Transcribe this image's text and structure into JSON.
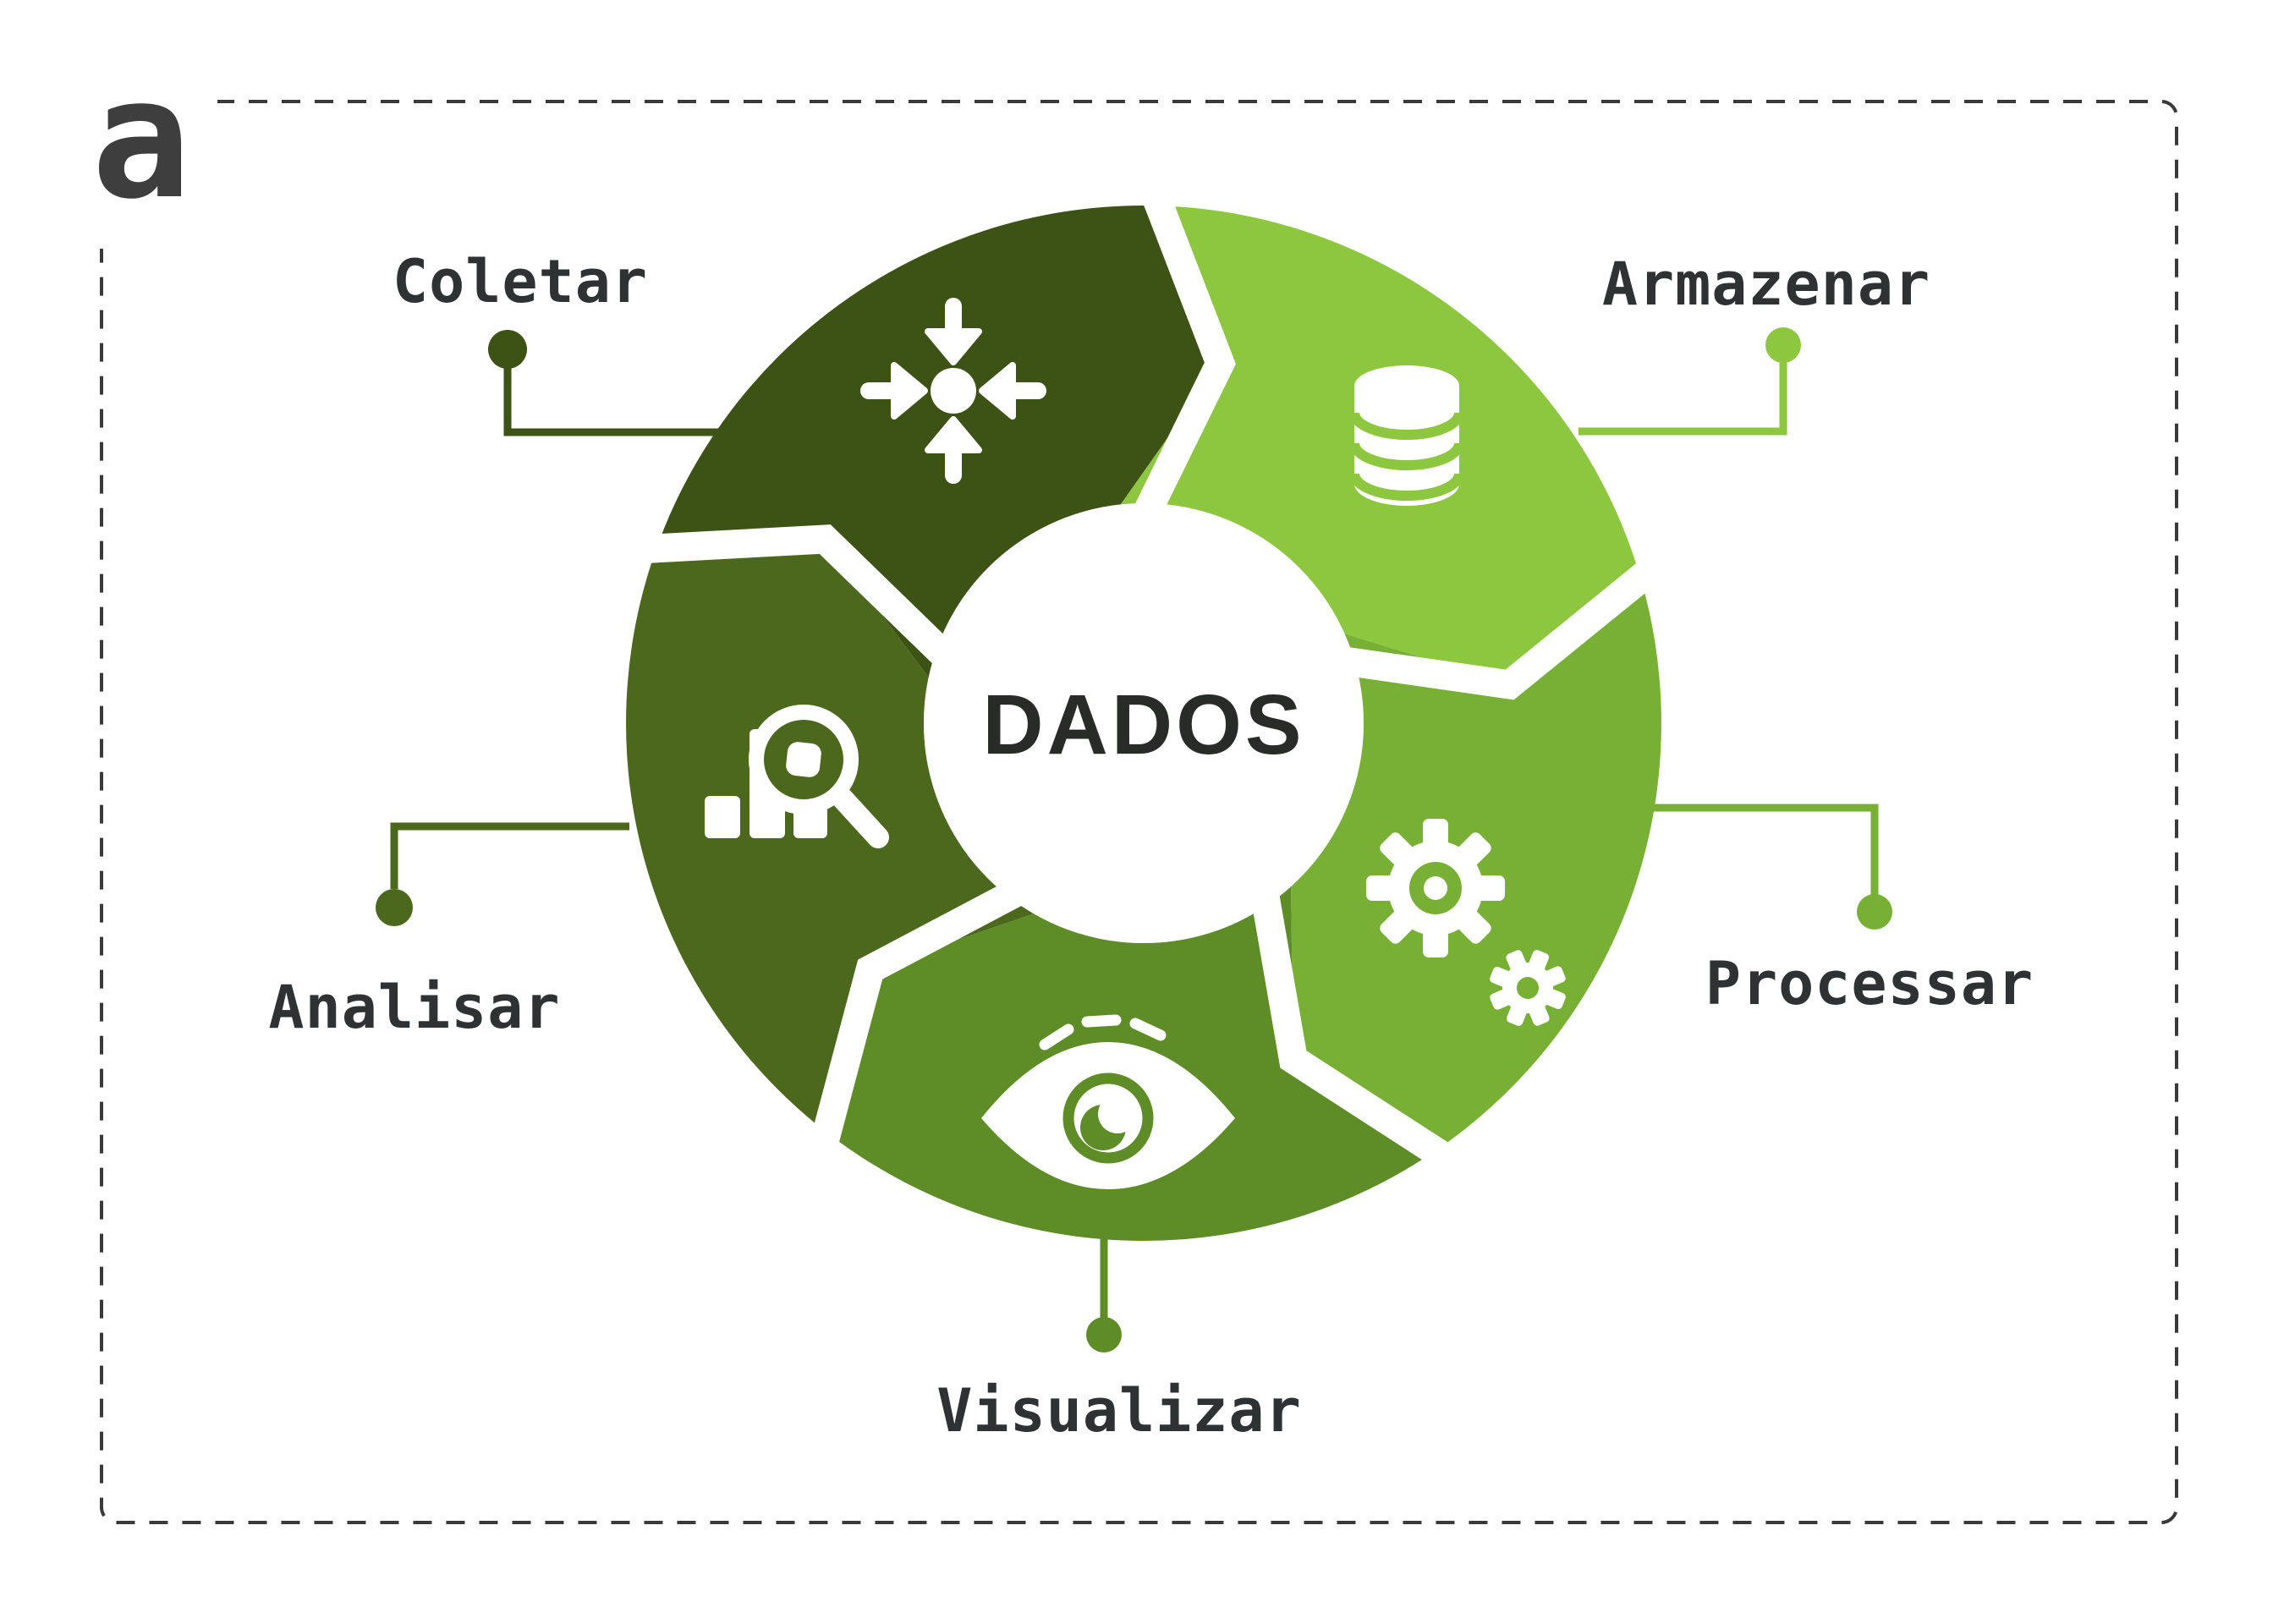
{
  "logo": {
    "mark": "a"
  },
  "diagram": {
    "center_title": "DADOS",
    "border_color": "#3a3a3a",
    "background_color": "#ffffff",
    "segments": [
      {
        "id": "coletar",
        "label": "Coletar",
        "color": "#3d5316",
        "icon": "converge-arrows-icon"
      },
      {
        "id": "armazenar",
        "label": "Armazenar",
        "color": "#8dc63f",
        "icon": "database-icon"
      },
      {
        "id": "processar",
        "label": "Processar",
        "color": "#77b034",
        "icon": "gears-icon"
      },
      {
        "id": "visualizar",
        "label": "Visualizar",
        "color": "#5e8c27",
        "icon": "eye-icon"
      },
      {
        "id": "analisar",
        "label": "Analisar",
        "color": "#4b681c",
        "icon": "chart-magnifier-icon"
      }
    ]
  }
}
